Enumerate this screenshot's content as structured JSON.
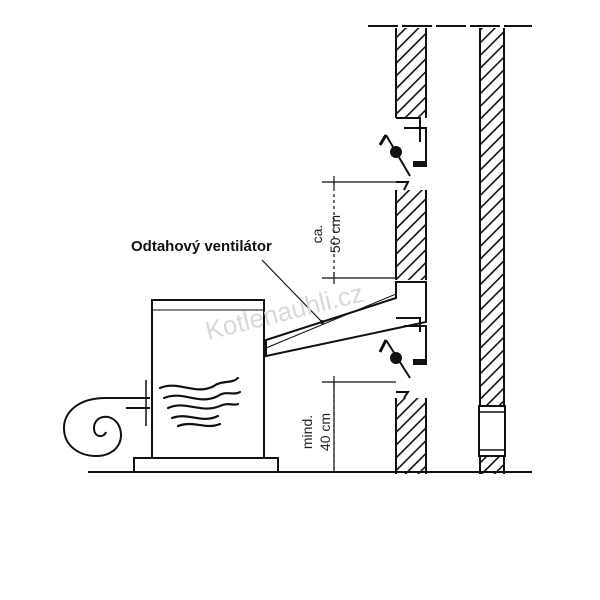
{
  "labels": {
    "fan": "Odtahový ventilátor",
    "upper_dim_line1": "ca.",
    "upper_dim_line2": "50 cm",
    "lower_dim_line1": "mind.",
    "lower_dim_line2": "40 cm"
  },
  "watermark": "Kotlenauhli.cz",
  "colors": {
    "ink": "#111111",
    "background": "#ffffff",
    "watermark": "#d9d9d9"
  }
}
